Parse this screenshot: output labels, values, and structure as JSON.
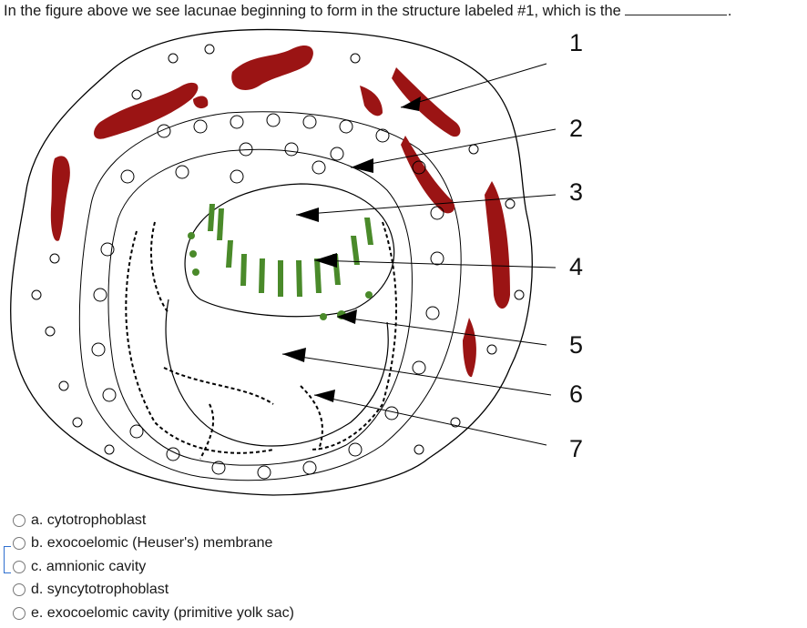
{
  "question": {
    "text": "In the figure above we see lacunae beginning to form in the structure labeled #1, which is the",
    "end_punct": "."
  },
  "figure": {
    "labels": [
      "1",
      "2",
      "3",
      "4",
      "5",
      "6",
      "7"
    ],
    "colors": {
      "blood": "#9b1414",
      "green": "#4a8a2a",
      "line": "#000000"
    }
  },
  "options": [
    {
      "label": "a. cytotrophoblast"
    },
    {
      "label": "b. exocoelomic (Heuser's) membrane"
    },
    {
      "label": "c. amnionic cavity"
    },
    {
      "label": "d. syncytotrophoblast"
    },
    {
      "label": "e. exocoelomic cavity (primitive yolk sac)"
    }
  ]
}
